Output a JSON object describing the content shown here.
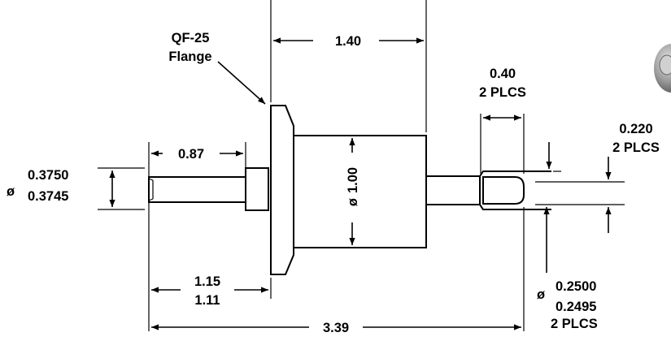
{
  "drawing": {
    "flange_label": [
      "QF-25",
      "Flange"
    ],
    "dim_overall_length": "3.39",
    "dim_flange_to_body_end": "1.40",
    "dim_left_shaft_step": "0.87",
    "dim_left_shaft_to_flange": [
      "1.15",
      "1.11"
    ],
    "dim_left_shaft_dia": [
      "0.3750",
      "0.3745"
    ],
    "dim_body_dia": "1.00",
    "dim_right_step": [
      "0.40",
      "2 PLCS"
    ],
    "dim_right_step_height": [
      "0.220",
      "2 PLCS"
    ],
    "dim_right_shaft_dia": [
      "0.2500",
      "0.2495",
      "2 PLCS"
    ],
    "diameter_symbol": "ø"
  },
  "colors": {
    "line": "#000000",
    "background": "#ffffff"
  },
  "icons": {
    "corner_thumbnail": "part-thumbnail-icon"
  }
}
